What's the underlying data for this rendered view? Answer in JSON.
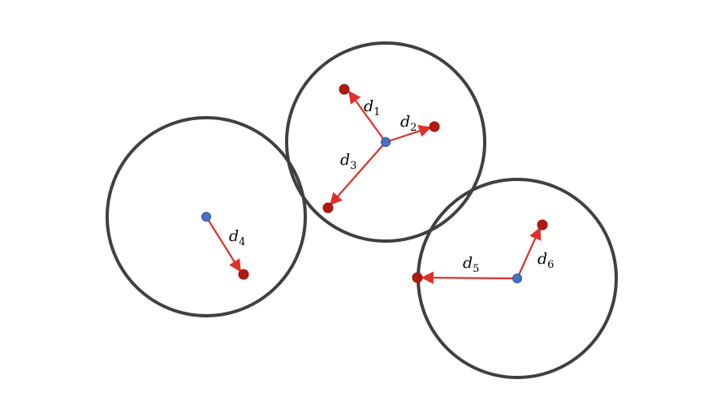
{
  "diagram": {
    "distance_labels": [
      {
        "id": "d1",
        "var": "d",
        "sub": "1"
      },
      {
        "id": "d2",
        "var": "d",
        "sub": "2"
      },
      {
        "id": "d3",
        "var": "d",
        "sub": "3"
      },
      {
        "id": "d4",
        "var": "d",
        "sub": "4"
      },
      {
        "id": "d5",
        "var": "d",
        "sub": "5"
      },
      {
        "id": "d6",
        "var": "d",
        "sub": "6"
      }
    ],
    "colors": {
      "circle": "#404040",
      "arrow": "#e0302a",
      "center_point": "#4472c4",
      "member_point": "#b21a12"
    }
  }
}
